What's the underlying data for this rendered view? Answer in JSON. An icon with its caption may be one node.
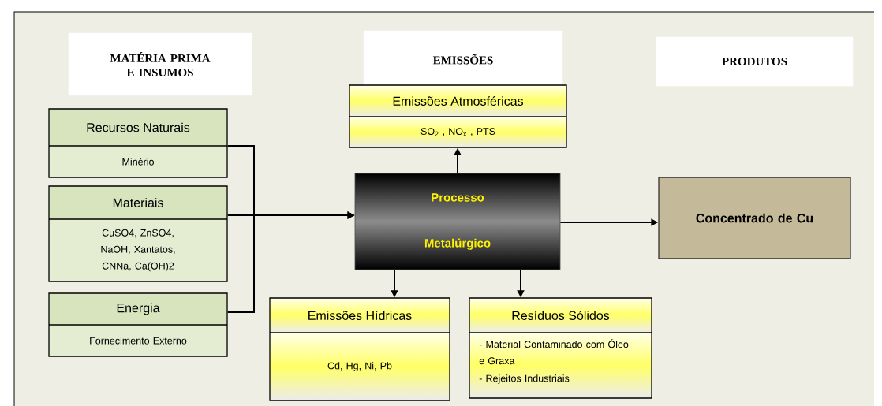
{
  "diagram": {
    "nodes": [
      {
        "text": [
          "MATÉRIA PRIMA E INSUMOS"
        ]
      },
      {
        "text": [
          "EMISSÕES"
        ]
      },
      {
        "text": [
          "PRODUTOS"
        ]
      },
      {
        "text": [
          "Recursos Naturais",
          "Minério"
        ]
      },
      {
        "text": [
          "Materiais",
          "CuSO4, ZnSO4, NaOH, Xantatos, CNNa, Ca(OH)2"
        ]
      },
      {
        "text": [
          "Energia",
          "Fornecimento Externo"
        ]
      },
      {
        "text": [
          "Emissões Atmosféricas",
          "SO$_{2}$ , NO$_{x}$ , PTS"
        ]
      },
      {
        "text": [
          "Processo Metalúrgico"
        ]
      },
      {
        "text": [
          "Concentrado de Cu"
        ]
      },
      {
        "text": [
          "Emissões Hídricas",
          "Cd, Hg, Ni, Pb"
        ]
      },
      {
        "text": [
          "Resíduos Sólidos",
          "- Material Contaminado com Óleo e Graxa",
          "- Rejeitos Industriais"
        ]
      }
    ],
    "edges": [
      {
        "from": 3,
        "to": 7,
        "arrow": "to"
      },
      {
        "from": 4,
        "to": 7,
        "arrow": "to"
      },
      {
        "from": 5,
        "to": 7,
        "arrow": "to"
      },
      {
        "from": 7,
        "to": 6,
        "arrow": "to"
      },
      {
        "from": 7,
        "to": 8,
        "arrow": "to"
      },
      {
        "from": 7,
        "to": 9,
        "arrow": "to"
      },
      {
        "from": 7,
        "to": 10,
        "arrow": "to"
      }
    ]
  }
}
